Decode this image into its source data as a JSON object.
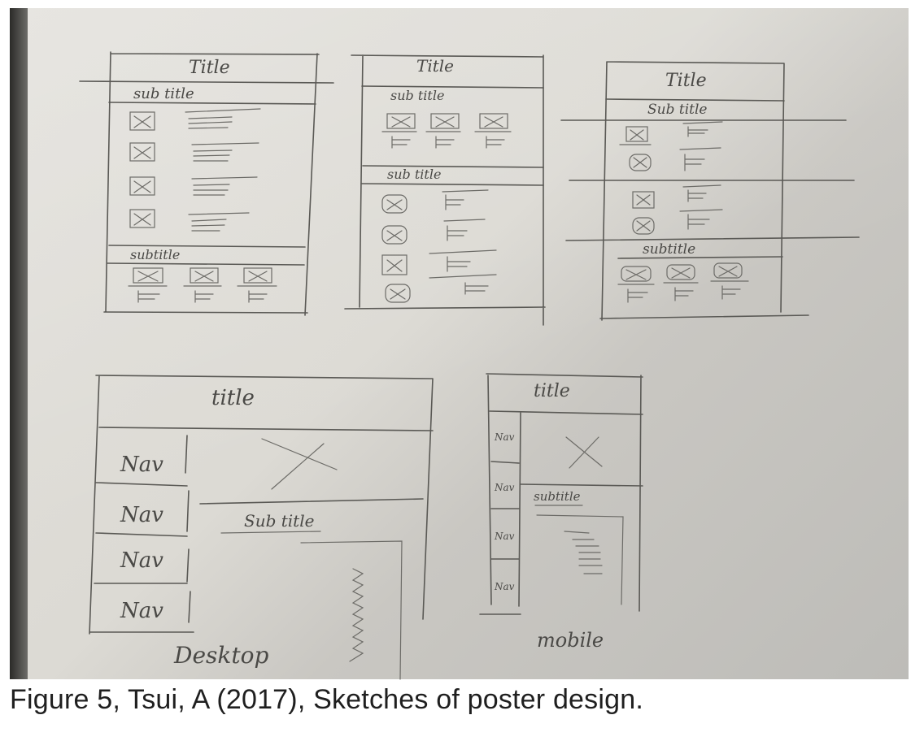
{
  "sketch_1": {
    "title": "Title",
    "subtitle_top": "sub title",
    "subtitle_bottom": "subtitle"
  },
  "sketch_2": {
    "title": "Title",
    "subtitle_top": "sub title",
    "subtitle_bottom": "sub title"
  },
  "sketch_3": {
    "title": "Title",
    "subtitle_top": "Sub title",
    "subtitle_bottom": "subtitle"
  },
  "desktop": {
    "title": "title",
    "nav_items": [
      "Nav",
      "Nav",
      "Nav",
      "Nav"
    ],
    "subtitle": "Sub title",
    "label": "Desktop"
  },
  "mobile": {
    "title": "title",
    "nav_items": [
      "Nav",
      "Nav",
      "Nav",
      "Nav"
    ],
    "subtitle": "subtitle",
    "label": "mobile"
  },
  "placeholder_glyph": "X",
  "caption": "Figure 5, Tsui, A (2017), Sketches of poster design."
}
